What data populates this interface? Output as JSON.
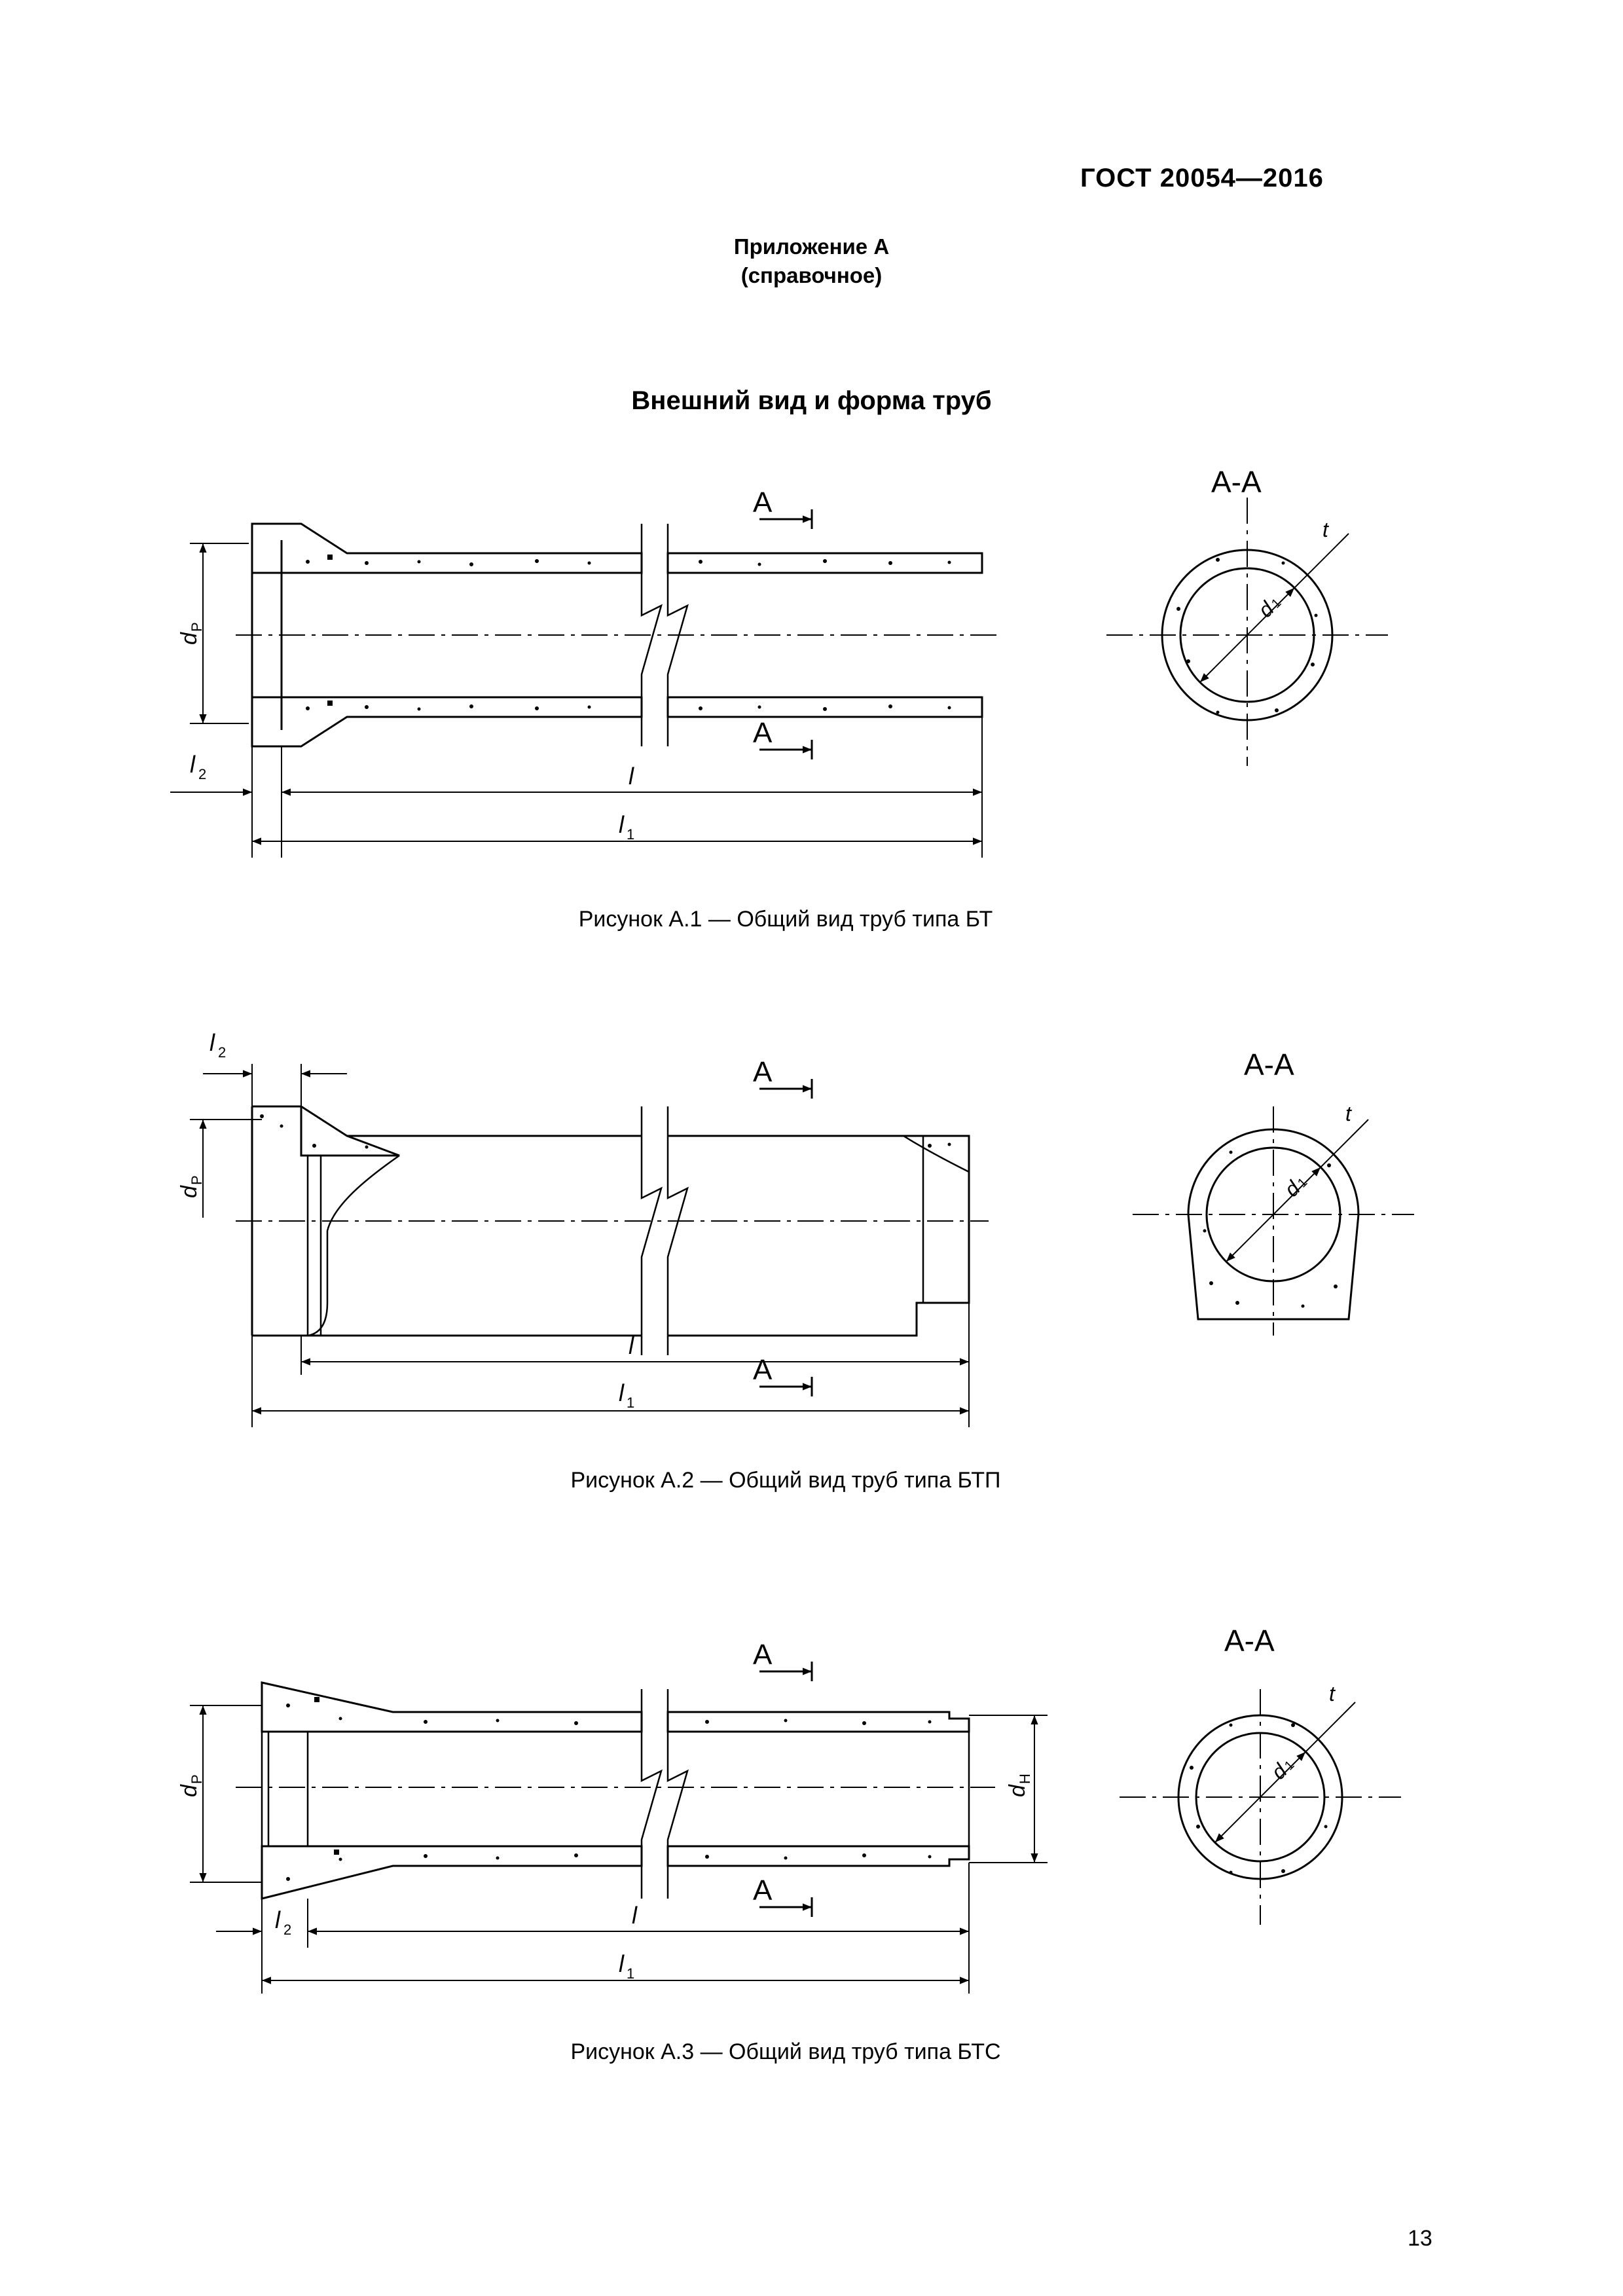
{
  "header": {
    "standard": "ГОСТ  20054—2016"
  },
  "appendix": {
    "title": "Приложение А",
    "note": "(справочное)"
  },
  "section_title": "Внешний вид и форма труб",
  "figures": [
    {
      "caption": "Рисунок А.1 — Общий вид труб типа БТ",
      "section_label": "А-А",
      "cut_marker": "А",
      "labels": {
        "dp": "d",
        "dp_sub": "Р",
        "l": "l",
        "l1": "l",
        "l1_sub": "1",
        "l2": "l",
        "l2_sub": "2",
        "d1": "d",
        "d1_sub": "1",
        "t": "t"
      }
    },
    {
      "caption": "Рисунок А.2 — Общий вид труб типа БТП",
      "section_label": "А-А",
      "cut_marker": "А",
      "labels": {
        "dp": "d",
        "dp_sub": "Р",
        "l": "l",
        "l1": "l",
        "l1_sub": "1",
        "l2": "l",
        "l2_sub": "2",
        "d1": "d",
        "d1_sub": "1",
        "t": "t"
      }
    },
    {
      "caption": "Рисунок А.3 — Общий вид труб типа БТС",
      "section_label": "А-А",
      "cut_marker": "А",
      "labels": {
        "dp": "d",
        "dp_sub": "Р",
        "dn": "d",
        "dn_sub": "Н",
        "l": "l",
        "l1": "l",
        "l1_sub": "1",
        "l2": "l",
        "l2_sub": "2",
        "d1": "d",
        "d1_sub": "1",
        "t": "t"
      }
    }
  ],
  "page_number": "13"
}
